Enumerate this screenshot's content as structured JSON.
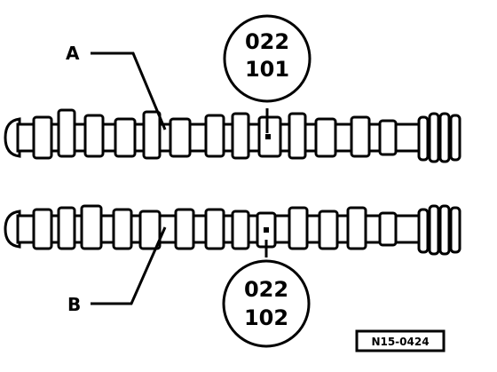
{
  "labels": {
    "a": "A",
    "b": "B"
  },
  "callouts": {
    "top": {
      "line1": "022",
      "line2": "101"
    },
    "bottom": {
      "line1": "022",
      "line2": "102"
    }
  },
  "figure_ref": "N15-0424",
  "colors": {
    "ink": "#000000",
    "paper": "#ffffff"
  }
}
